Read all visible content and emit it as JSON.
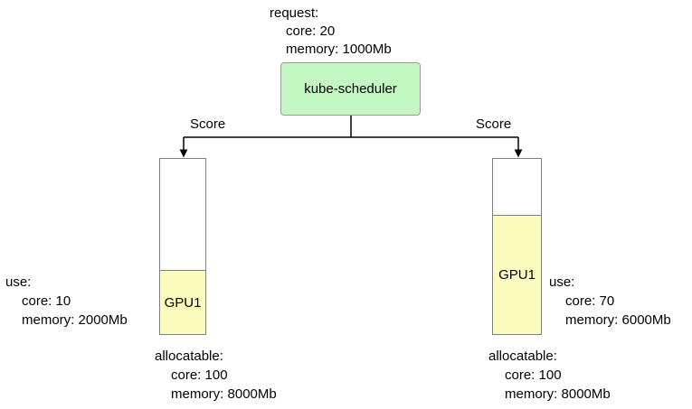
{
  "request": {
    "title": "request:",
    "core": "core: 20",
    "memory": "memory: 1000Mb"
  },
  "scheduler": {
    "label": "kube-scheduler"
  },
  "edges": {
    "left_label": "Score",
    "right_label": "Score"
  },
  "left_node": {
    "gpu": "GPU1",
    "use": {
      "title": "use:",
      "core": "core: 10",
      "memory": "memory: 2000Mb"
    },
    "allocatable": {
      "title": "allocatable:",
      "core": "core: 100",
      "memory": "memory: 8000Mb"
    }
  },
  "right_node": {
    "gpu": "GPU1",
    "use": {
      "title": "use:",
      "core": "core: 70",
      "memory": "memory: 6000Mb"
    },
    "allocatable": {
      "title": "allocatable:",
      "core": "core: 100",
      "memory": "memory: 8000Mb"
    }
  },
  "colors": {
    "scheduler_fill": "#c2f7c2",
    "scheduler_border": "#9a9a9a",
    "gpu_fill": "#fbfbbe",
    "box_border": "#808080",
    "line": "#000000"
  }
}
